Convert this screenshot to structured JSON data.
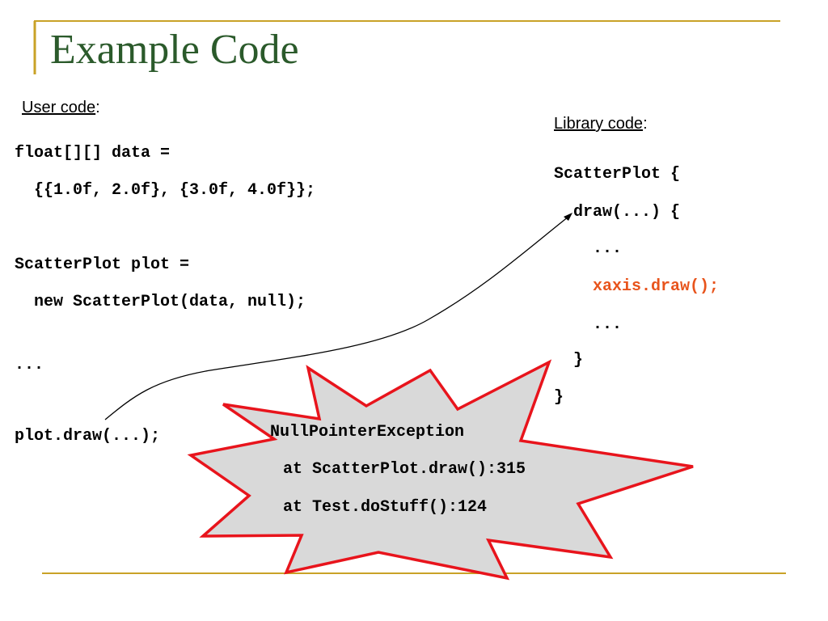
{
  "slide": {
    "title": "Example Code",
    "accent_color": "#c9a227",
    "title_color": "#2b5a2b"
  },
  "user_code": {
    "heading": "User code",
    "heading_suffix": ":",
    "lines": [
      "float[][] data =",
      "  {{1.0f, 2.0f}, {3.0f, 4.0f}};",
      "ScatterPlot plot =",
      "  new ScatterPlot(data, null);",
      "...",
      "plot.draw(...);"
    ]
  },
  "library_code": {
    "heading": "Library code",
    "heading_suffix": ":",
    "lines": [
      "ScatterPlot {",
      "  draw(...) {",
      "    ...",
      "    xaxis.draw();",
      "    ...",
      "  }",
      "}"
    ],
    "highlight_color": "#e8541c"
  },
  "exception": {
    "lines": [
      "NullPointerException",
      " at ScatterPlot.draw():315",
      " at Test.doStuff():124"
    ],
    "fill_color": "#d9d9d9",
    "stroke_color": "#e8141c"
  }
}
